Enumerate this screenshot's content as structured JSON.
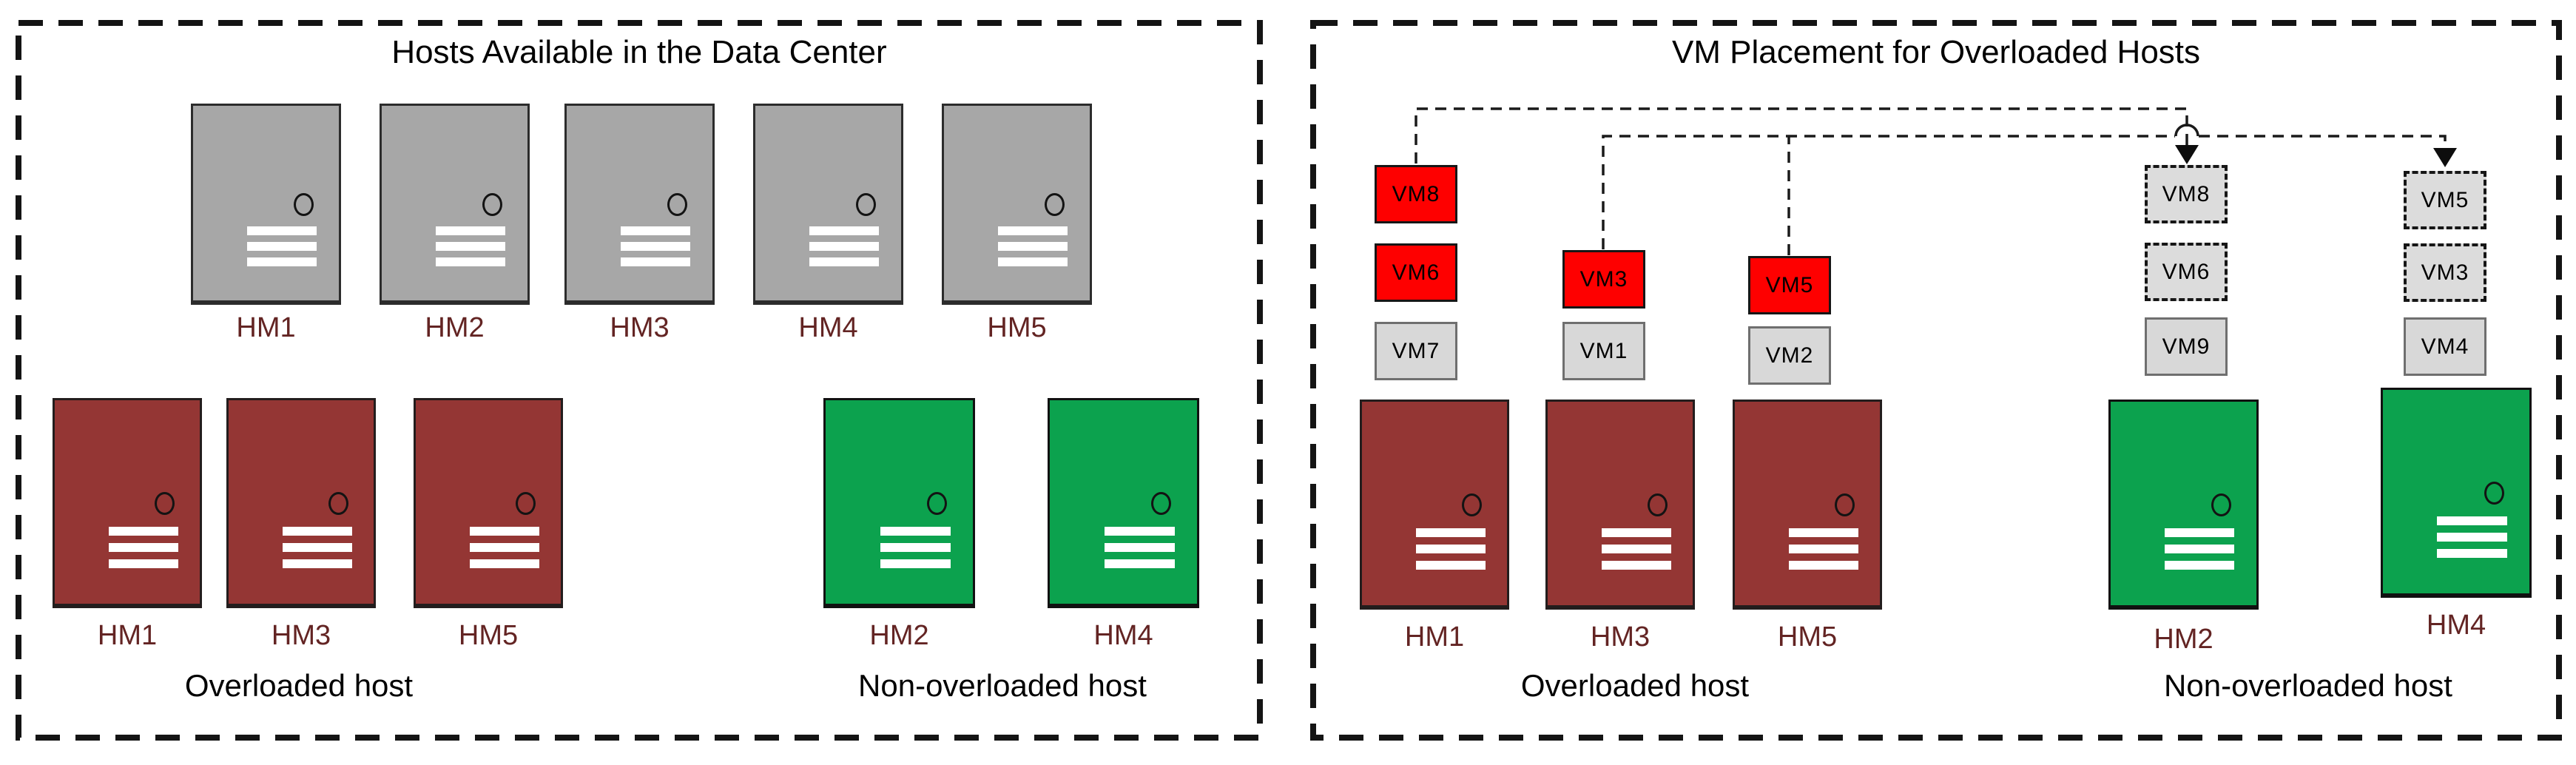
{
  "left": {
    "title": "Hosts Available in the Data Center",
    "available_hosts": [
      "HM1",
      "HM2",
      "HM3",
      "HM4",
      "HM5"
    ],
    "overloaded_hosts": [
      "HM1",
      "HM3",
      "HM5"
    ],
    "non_overloaded_hosts": [
      "HM2",
      "HM4"
    ],
    "overloaded_caption": "Overloaded host",
    "non_overloaded_caption": "Non-overloaded host"
  },
  "right": {
    "title": "VM Placement for Overloaded Hosts",
    "overloaded_hosts": [
      "HM1",
      "HM3",
      "HM5"
    ],
    "non_overloaded_hosts": [
      "HM2",
      "HM4"
    ],
    "overloaded_caption": "Overloaded host",
    "non_overloaded_caption": "Non-overloaded host",
    "stacks": {
      "hm1": [
        "VM8",
        "VM6",
        "VM7"
      ],
      "hm3": [
        "VM3",
        "VM1"
      ],
      "hm5": [
        "VM5",
        "VM2"
      ],
      "hm2_ghost": [
        "VM8",
        "VM6"
      ],
      "hm2_resident": [
        "VM9"
      ],
      "hm4_ghost": [
        "VM5",
        "VM3"
      ],
      "hm4_resident": [
        "VM4"
      ]
    },
    "migrations": [
      {
        "vm": "VM8",
        "from": "HM1",
        "to": "HM2"
      },
      {
        "vm": "VM6",
        "from": "HM1",
        "to": "HM2"
      },
      {
        "vm": "VM3",
        "from": "HM3",
        "to": "HM4"
      },
      {
        "vm": "VM5",
        "from": "HM5",
        "to": "HM4"
      }
    ]
  },
  "colors": {
    "overloaded_host": "#943634",
    "non_overloaded_host": "#0CA24E",
    "available_host": "#A7A7A7",
    "overloaded_vm": "#FE0000",
    "normal_vm": "#D8D8D8",
    "host_label": "#632423",
    "line": "#141414"
  }
}
